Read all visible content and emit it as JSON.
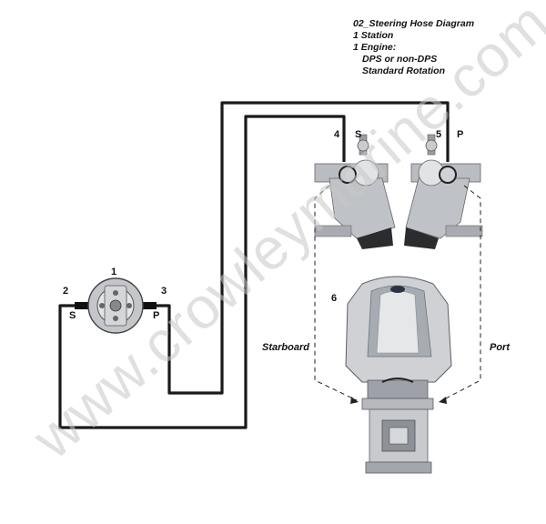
{
  "title": {
    "line1": "02_Steering Hose Diagram",
    "line2": "1 Station",
    "line3": "1 Engine:",
    "line4": "DPS or non-DPS",
    "line5": "Standard Rotation"
  },
  "callouts": {
    "c1": "1",
    "c2": "2",
    "c3": "3",
    "c4": "4",
    "c5": "5",
    "c6": "6"
  },
  "port_labels": {
    "helm_s": "S",
    "helm_p": "P",
    "actuator_s": "S",
    "actuator_p": "P"
  },
  "sides": {
    "starboard": "Starboard",
    "port": "Port"
  },
  "watermark": "www.crowleymarine.com",
  "colors": {
    "hose": "#1a1a1a",
    "engine_light": "#d9dbdf",
    "engine_mid": "#a9adb4",
    "engine_dark": "#6e737b",
    "watermark": "#c8c8c8"
  }
}
